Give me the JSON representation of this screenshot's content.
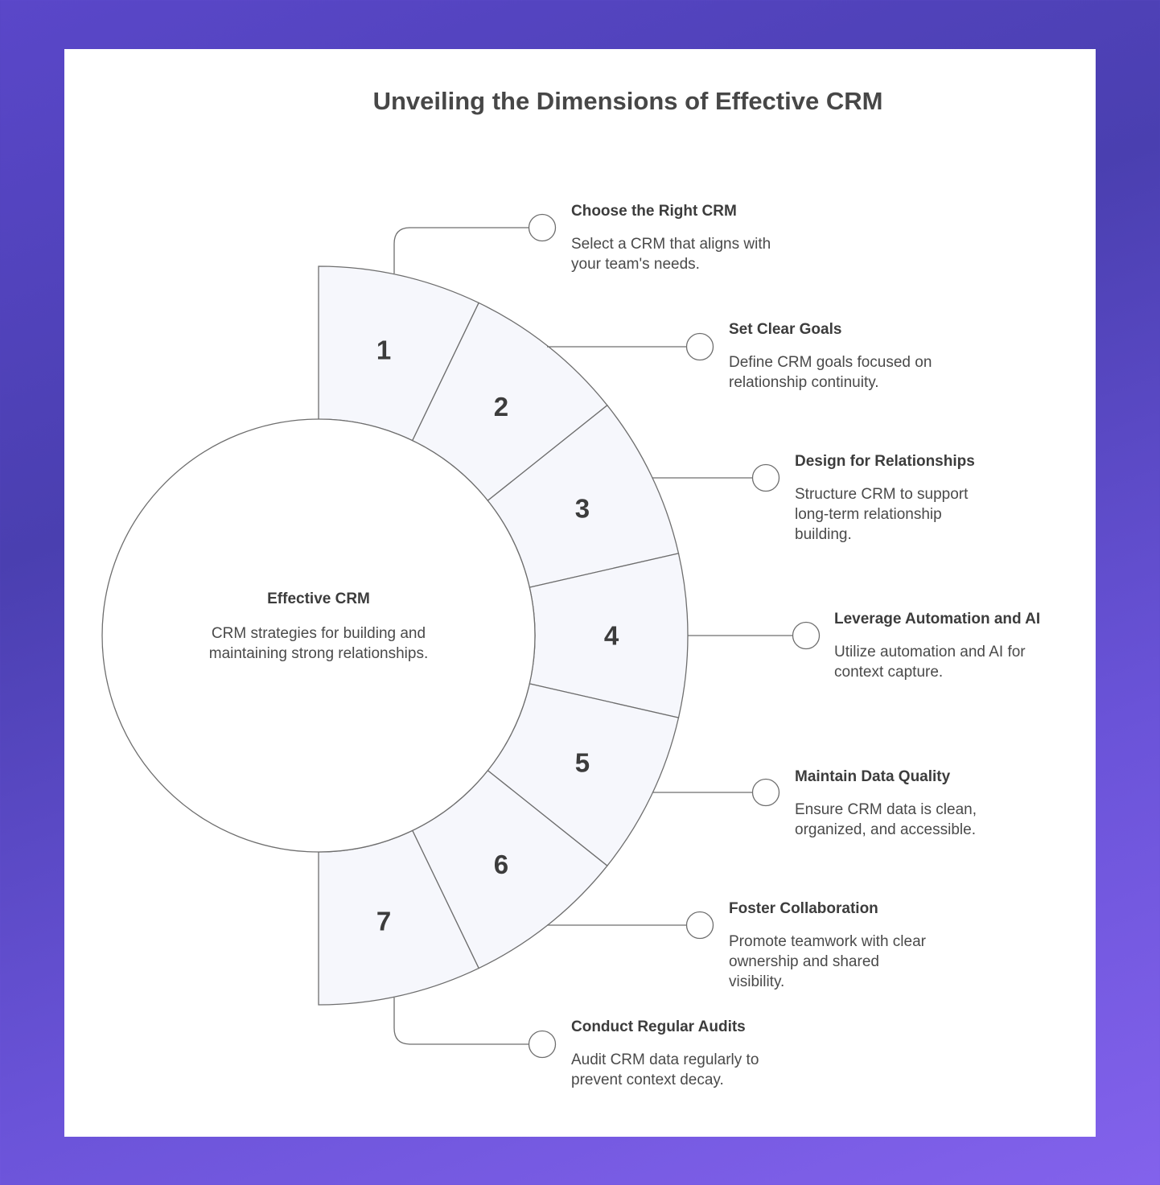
{
  "title": "Unveiling the Dimensions of Effective CRM",
  "center": {
    "title": "Effective CRM",
    "description": "CRM strategies for building and maintaining strong relationships."
  },
  "steps": [
    {
      "number": "1",
      "title": "Choose the Right CRM",
      "description": "Select a CRM that aligns with your team's needs."
    },
    {
      "number": "2",
      "title": "Set Clear Goals",
      "description": "Define CRM goals focused on relationship continuity."
    },
    {
      "number": "3",
      "title": "Design for Relationships",
      "description": "Structure CRM to support long-term relationship building."
    },
    {
      "number": "4",
      "title": "Leverage Automation and AI",
      "description": "Utilize automation and AI for context capture."
    },
    {
      "number": "5",
      "title": "Maintain Data Quality",
      "description": "Ensure CRM data is clean, organized, and accessible."
    },
    {
      "number": "6",
      "title": "Foster Collaboration",
      "description": "Promote teamwork with clear ownership and shared visibility."
    },
    {
      "number": "7",
      "title": "Conduct Regular Audits",
      "description": "Audit CRM data regularly to prevent context decay."
    }
  ],
  "colors": {
    "background_start": "#5a47c9",
    "background_end": "#8362ec",
    "card": "#ffffff",
    "segment_fill": "#f6f7fc",
    "stroke": "#6e6e6e",
    "text": "#3c3c3c"
  }
}
